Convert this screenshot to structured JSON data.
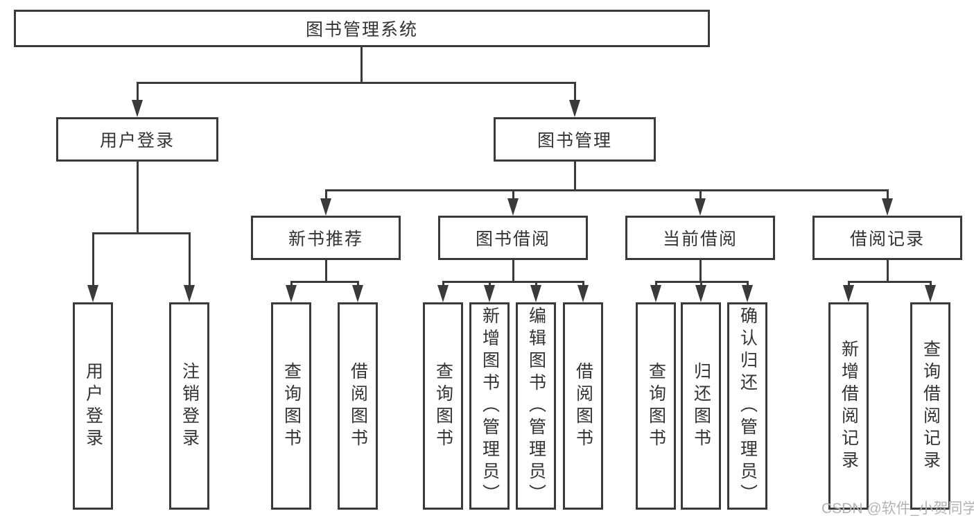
{
  "colors": {
    "line": "#3a3a3a",
    "text": "#333333",
    "box_bg": "#ffffff",
    "watermark": "#b3b3b3"
  },
  "diagram": {
    "root": {
      "label": "图书管理系统"
    },
    "level2": [
      {
        "label": "用户登录",
        "children": [
          {
            "label": "用户登录"
          },
          {
            "label": "注销登录"
          }
        ]
      },
      {
        "label": "图书管理",
        "children": [
          {
            "label": "新书推荐",
            "children": [
              {
                "label": "查询图书"
              },
              {
                "label": "借阅图书"
              }
            ]
          },
          {
            "label": "图书借阅",
            "children": [
              {
                "label": "查询图书"
              },
              {
                "label": "新增图书（管理员）"
              },
              {
                "label": "编辑图书（管理员）"
              },
              {
                "label": "借阅图书"
              }
            ]
          },
          {
            "label": "当前借阅",
            "children": [
              {
                "label": "查询图书"
              },
              {
                "label": "归还图书"
              },
              {
                "label": "确认归还（管理员）"
              }
            ]
          },
          {
            "label": "借阅记录",
            "children": [
              {
                "label": "新增借阅记录"
              },
              {
                "label": "查询借阅记录"
              }
            ]
          }
        ]
      }
    ]
  },
  "watermark": {
    "text": "CSDN @软件_小贺同学"
  }
}
